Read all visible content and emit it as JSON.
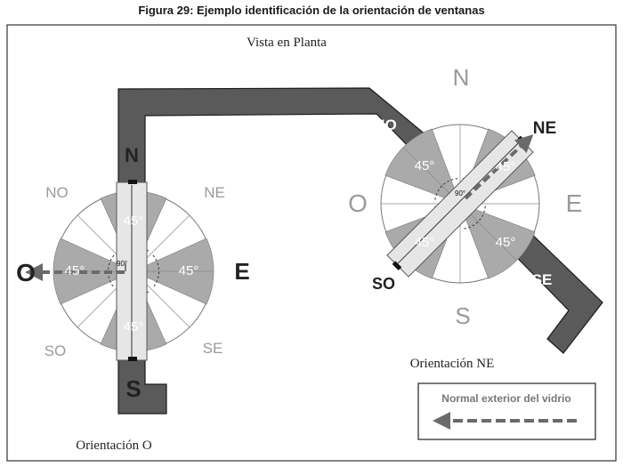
{
  "figure_title": "Figura 29: Ejemplo identificación de la orientación de ventanas",
  "plan_label": "Vista en Planta",
  "left_compass": {
    "caption": "Orientación O",
    "north": "N",
    "south": "S",
    "east": "E",
    "west": "O",
    "ne": "NE",
    "no": "NO",
    "se": "SE",
    "so": "SO",
    "sector_angle": "45°",
    "right_angle": "90°"
  },
  "right_compass": {
    "caption": "Orientación NE",
    "north": "N",
    "south": "S",
    "east": "E",
    "west": "O",
    "ne": "NE",
    "no": "NO",
    "se": "SE",
    "so": "SO",
    "sector_angle": "45°",
    "right_angle": "90°"
  },
  "legend": {
    "label": "Normal exterior del vidrio"
  },
  "colors": {
    "wall": "#5a5a5a",
    "sector": "#aaaaaa",
    "arrow": "#6a6a6a",
    "compass_label_light": "#9a9a9a"
  }
}
